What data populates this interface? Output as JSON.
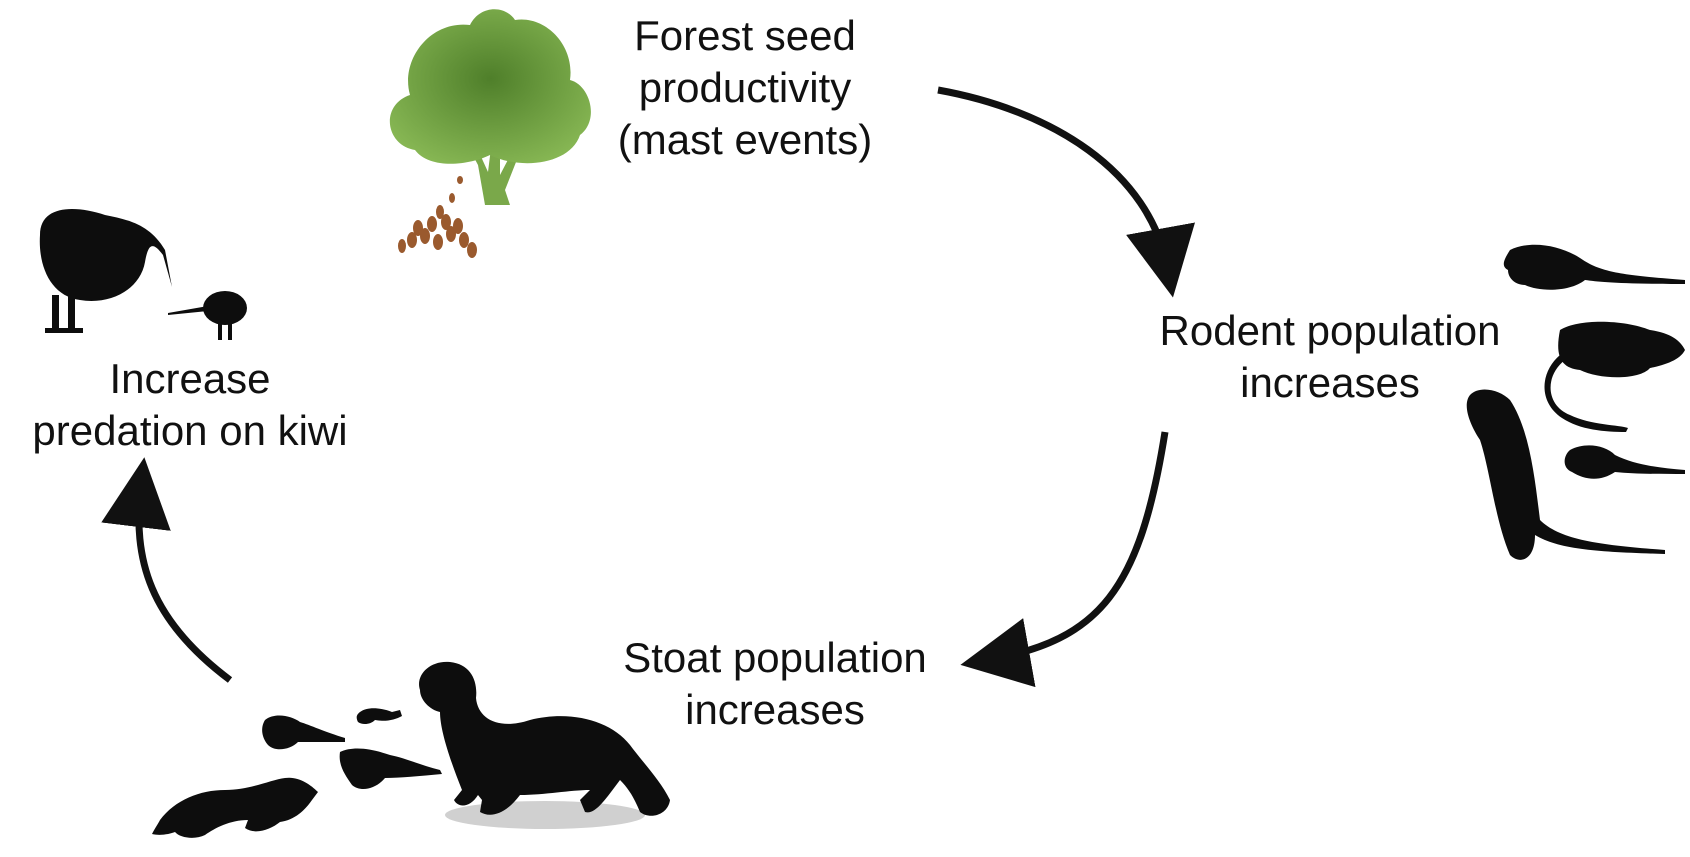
{
  "nodes": {
    "forest": {
      "line1": "Forest seed",
      "line2": "productivity",
      "line3": "(mast events)",
      "icon": "tree-with-seeds-icon"
    },
    "rodent": {
      "line1": "Rodent population",
      "line2": "increases",
      "icon": "rodent-silhouettes-icon"
    },
    "stoat": {
      "line1": "Stoat population",
      "line2": "increases",
      "icon": "stoat-silhouettes-icon"
    },
    "kiwi": {
      "line1": "Increase",
      "line2": "predation on kiwi",
      "icon": "kiwi-silhouettes-icon"
    }
  },
  "colors": {
    "text": "#111111",
    "arrow": "#111111",
    "silhouette": "#0d0d0d",
    "tree": "#6a9a3c",
    "seeds": "#9a5a2e"
  }
}
